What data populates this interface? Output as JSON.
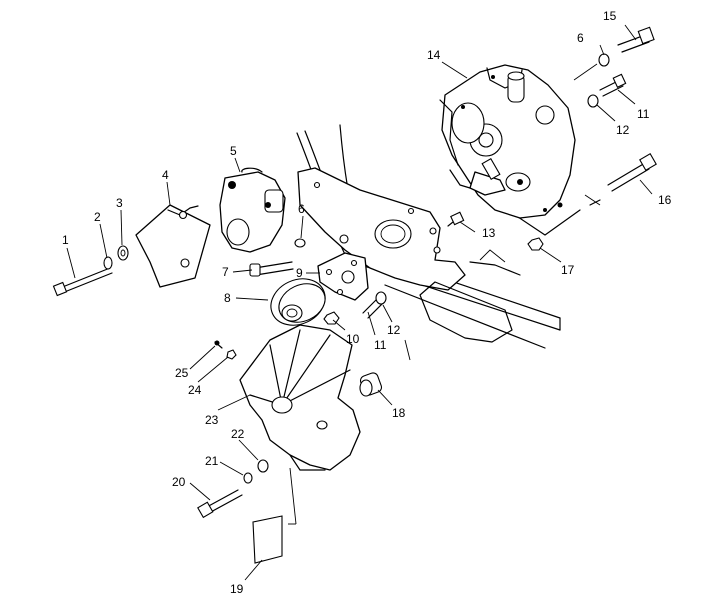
{
  "callouts": [
    {
      "id": "1",
      "text": "1"
    },
    {
      "id": "2",
      "text": "2"
    },
    {
      "id": "3",
      "text": "3"
    },
    {
      "id": "4",
      "text": "4"
    },
    {
      "id": "5",
      "text": "5"
    },
    {
      "id": "6a",
      "text": "6"
    },
    {
      "id": "6b",
      "text": "6"
    },
    {
      "id": "7",
      "text": "7"
    },
    {
      "id": "8",
      "text": "8"
    },
    {
      "id": "9",
      "text": "9"
    },
    {
      "id": "10",
      "text": "10"
    },
    {
      "id": "11a",
      "text": "11"
    },
    {
      "id": "11b",
      "text": "11"
    },
    {
      "id": "12a",
      "text": "12"
    },
    {
      "id": "12b",
      "text": "12"
    },
    {
      "id": "13",
      "text": "13"
    },
    {
      "id": "14",
      "text": "14"
    },
    {
      "id": "15",
      "text": "15"
    },
    {
      "id": "16",
      "text": "16"
    },
    {
      "id": "17",
      "text": "17"
    },
    {
      "id": "18",
      "text": "18"
    },
    {
      "id": "19",
      "text": "19"
    },
    {
      "id": "20",
      "text": "20"
    },
    {
      "id": "21",
      "text": "21"
    },
    {
      "id": "22",
      "text": "22"
    },
    {
      "id": "23",
      "text": "23"
    },
    {
      "id": "24",
      "text": "24"
    },
    {
      "id": "25",
      "text": "25"
    }
  ]
}
